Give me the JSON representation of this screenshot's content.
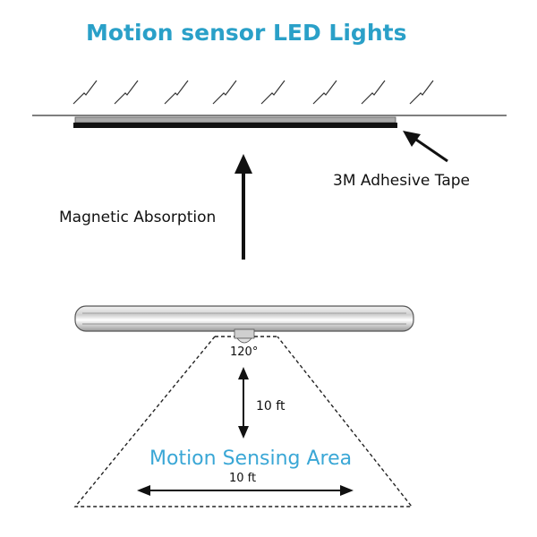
{
  "title": "Motion sensor LED Lights",
  "labels": {
    "tape": "3M Adhesive Tape",
    "magnetic": "Magnetic Absorption",
    "angle": "120°",
    "vertical_distance": "10 ft",
    "horizontal_distance": "10 ft",
    "sensing_area": "Motion Sensing Area"
  },
  "colors": {
    "title": "#2aa0c8",
    "sensing_area": "#3aa7d6",
    "lines": "#111111"
  }
}
